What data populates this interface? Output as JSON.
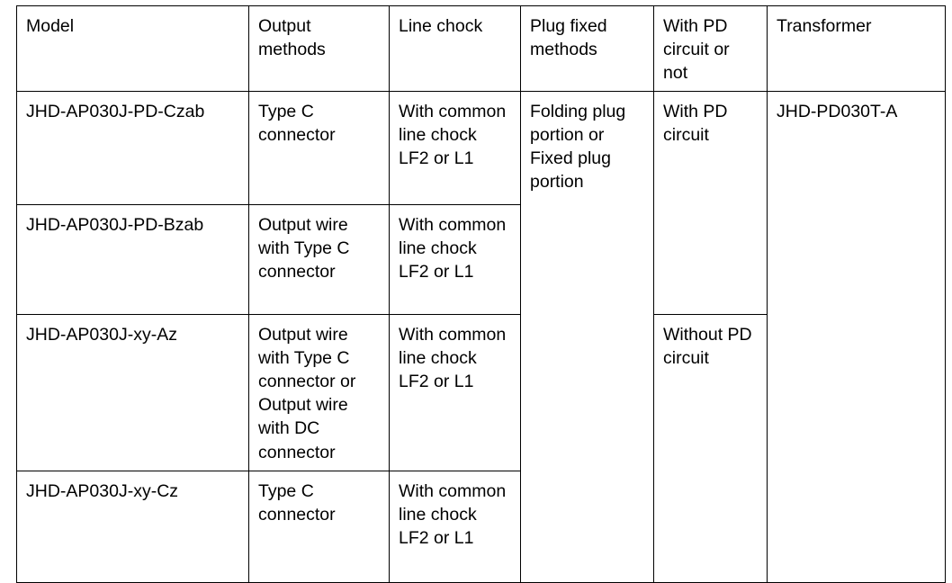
{
  "table": {
    "headers": [
      "Model",
      "Output methods",
      "Line chock",
      "Plug fixed methods",
      "With PD circuit or not",
      "Transformer"
    ],
    "rows": [
      {
        "model": "JHD-AP030J-PD-Czab",
        "output_methods": "Type C connector",
        "line_chock": "With common line chock LF2 or L1",
        "plug_fixed_methods": "Folding plug portion or Fixed plug portion",
        "pd_circuit": "With PD circuit",
        "transformer": "JHD-PD030T-A"
      },
      {
        "model": "JHD-AP030J-PD-Bzab",
        "output_methods": "Output wire with Type C connector",
        "line_chock": "With common line chock LF2 or L1"
      },
      {
        "model": "JHD-AP030J-xy-Az",
        "output_methods": "Output wire with Type C connector or Output wire with DC connector",
        "line_chock": "With common line chock LF2 or L1",
        "pd_circuit": "Without PD circuit"
      },
      {
        "model": "JHD-AP030J-xy-Cz",
        "output_methods": "Type C connector",
        "line_chock": "With common line chock LF2 or L1"
      }
    ]
  },
  "colors": {
    "border": "#000000",
    "text": "#000000",
    "background": "#ffffff"
  }
}
